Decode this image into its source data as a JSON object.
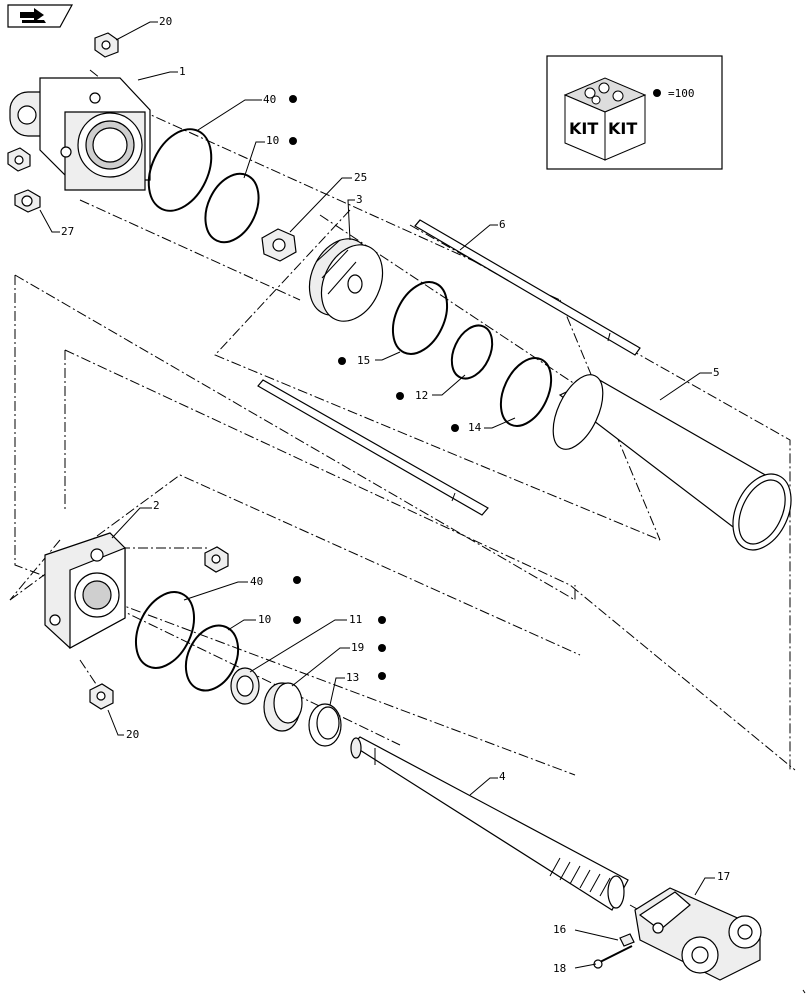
{
  "icons": {
    "nav_button": "next-page-arrow-icon",
    "kit_box": "kit-box-icon"
  },
  "legend": {
    "kit_text_left": "KIT",
    "kit_text_right": "KIT",
    "equals_label": "=100"
  },
  "labels": {
    "p1": "1",
    "p2": "2",
    "p3": "3",
    "p4": "4",
    "p5": "5",
    "p6": "6",
    "p10a": "10",
    "p10b": "10",
    "p11": "11",
    "p12": "12",
    "p13": "13",
    "p14": "14",
    "p15": "15",
    "p16": "16",
    "p17": "17",
    "p18": "18",
    "p19": "19",
    "p20a": "20",
    "p20b": "20",
    "p25": "25",
    "p27": "27",
    "p40a": "40",
    "p40b": "40"
  },
  "kit_marked_parts": [
    "40",
    "10",
    "15",
    "12",
    "14",
    "11",
    "19",
    "13"
  ]
}
